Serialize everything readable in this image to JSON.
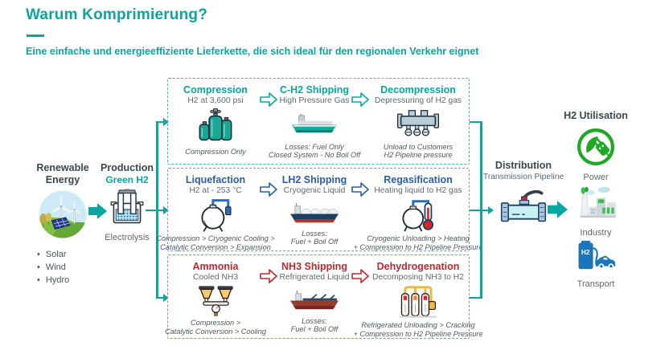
{
  "header": {
    "title": "Warum Komprimierung?",
    "subtitle": "Eine einfache und energieeffiziente Lieferkette, die sich ideal für den regionalen Verkehr eignet"
  },
  "left": {
    "renewable": {
      "title_line1": "Renewable",
      "title_line2": "Energy",
      "bullets": [
        "Solar",
        "Wind",
        "Hydro"
      ]
    },
    "production": {
      "title": "Production",
      "subtitle": "Green H2",
      "label": "Electrolysis"
    }
  },
  "rows": [
    {
      "name": "compressed-hydrogen",
      "color": "#0AA6A2",
      "steps": [
        {
          "title": "Compression",
          "subtitle": "H2 at 3,600 psi",
          "icon": "gas-cylinders-icon",
          "caption": [
            "Compression Only",
            ""
          ]
        },
        {
          "title": "C-H2 Shipping",
          "subtitle": "High Pressure Gas",
          "icon": "cargo-ship-icon",
          "caption": [
            "Losses: Fuel Only",
            "Closed System - No Boil Off"
          ]
        },
        {
          "title": "Decompression",
          "subtitle": "Depressuring of H2 gas",
          "icon": "pipeline-manifold-icon",
          "caption": [
            "Unload to Customers",
            "H2 Pipeline pressure"
          ]
        }
      ]
    },
    {
      "name": "liquid-hydrogen",
      "color": "#2A5FA8",
      "steps": [
        {
          "title": "Liquefaction",
          "subtitle": "H2 at - 253 °C",
          "icon": "cryogenic-tank-icon",
          "caption": [
            "Compression > Cryogenic Cooling >",
            "Catalytic Conversion > Expansion"
          ]
        },
        {
          "title": "LH2 Shipping",
          "subtitle": "Cryogenic Liquid",
          "icon": "lng-carrier-icon",
          "caption": [
            "Losses:",
            "Fuel + Boil Off"
          ]
        },
        {
          "title": "Regasification",
          "subtitle": "Heating liquid to H2 gas",
          "icon": "tank-thermometer-icon",
          "caption": [
            "Cryogenic Unloading > Heating",
            "+ Compression to H2 Pipeline Pressure"
          ]
        }
      ]
    },
    {
      "name": "ammonia",
      "color": "#C1272D",
      "steps": [
        {
          "title": "Ammonia",
          "subtitle": "Cooled NH3",
          "icon": "catalytic-converter-icon",
          "caption": [
            "Compression >",
            "Catalytic Conversion > Cooling"
          ]
        },
        {
          "title": "NH3 Shipping",
          "subtitle": "Refrigerated Liquid",
          "icon": "tanker-ship-icon",
          "caption": [
            "Losses:",
            "Fuel + Boil Off"
          ]
        },
        {
          "title": "Dehydrogenation",
          "subtitle": "Decomposing NH3 to H2",
          "icon": "cracking-columns-icon",
          "caption": [
            "Refrigerated Unloading > Cracking",
            "+ Compression to H2 Pipeline Pressure"
          ]
        }
      ]
    }
  ],
  "distribution": {
    "title": "Distribution",
    "subtitle": "Transmission Pipeline"
  },
  "utilisation": {
    "title": "H2 Utilisation",
    "pump_label": "H2",
    "items": [
      {
        "label": "Power"
      },
      {
        "label": "Industry"
      },
      {
        "label": "Transport"
      }
    ]
  },
  "colors": {
    "accent_teal": "#0AA6A2",
    "row_blue": "#2A5FA8",
    "row_red": "#C1272D",
    "power_green": "#1FA824",
    "industry_green": "#3DBE4A",
    "transport_blue": "#1B75BB"
  }
}
